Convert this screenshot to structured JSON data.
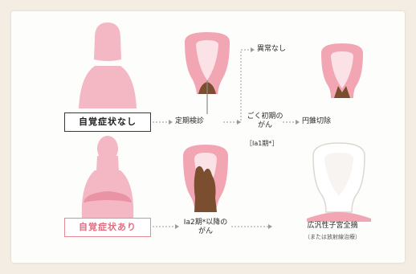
{
  "colors": {
    "background": "#f3ede3",
    "figure_pink": "#f3b8c3",
    "organ_pink": "#f2a6b3",
    "lesion_brown": "#7a4e2f",
    "line_gray": "#9a9a9a",
    "accent_pink": "#e06e80"
  },
  "top_row": {
    "symptom_label": "自覚症状なし",
    "exam_label": "定期検診",
    "branch_normal": "異常なし",
    "early_cancer_label": "ごく初期のがん",
    "early_stage_label": "［Ia1期*］",
    "treatment_label": "円錐切除"
  },
  "bottom_row": {
    "symptom_label": "自覚症状あり",
    "cancer_label": "Ia2期*以降のがん",
    "treatment_label": "広汎性子宮全摘",
    "treatment_note": "（または放射線治療）"
  }
}
